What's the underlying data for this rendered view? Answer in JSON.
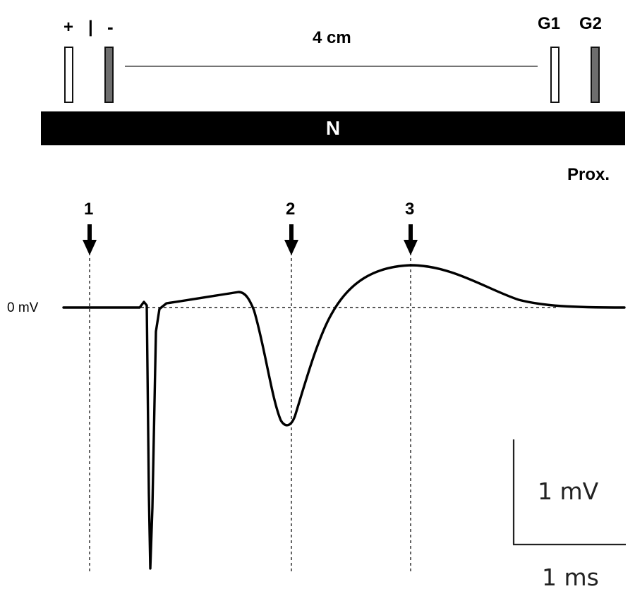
{
  "diagram": {
    "electrodes": {
      "stim_anode_label": "+",
      "stim_separator_label": "|",
      "stim_cathode_label": "-",
      "g1_label": "G1",
      "g2_label": "G2",
      "distance_label": "4 cm"
    },
    "nerve": {
      "label": "N",
      "direction_label": "Prox."
    },
    "baseline_label": "0 mV",
    "markers": [
      {
        "label": "1"
      },
      {
        "label": "2"
      },
      {
        "label": "3"
      }
    ],
    "scale_bar": {
      "amplitude_label": "1 mV",
      "time_label": "1 ms"
    },
    "colors": {
      "trace": "#000000",
      "electrode_gray": "#6e6e6e",
      "nerve": "#000000"
    }
  }
}
